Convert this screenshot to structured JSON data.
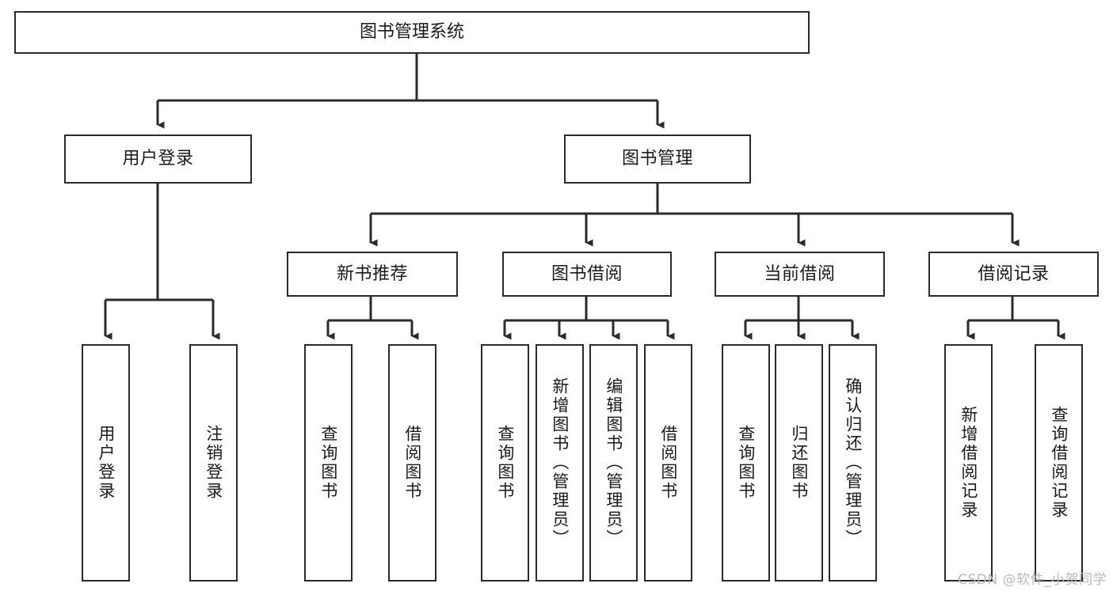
{
  "diagram": {
    "type": "tree-hierarchy",
    "title": "图书管理系统",
    "orientation": "top-down",
    "line_color": "#2b2b2b",
    "box_fill": "#ffffff",
    "background": "#ffffff"
  },
  "root": {
    "label": "图书管理系统"
  },
  "level2": [
    {
      "label": "用户登录"
    },
    {
      "label": "图书管理"
    }
  ],
  "level3": [
    {
      "label": "新书推荐"
    },
    {
      "label": "图书借阅"
    },
    {
      "label": "当前借阅"
    },
    {
      "label": "借阅记录"
    }
  ],
  "leaves": {
    "user_login": [
      {
        "label": "用户登录"
      },
      {
        "label": "注销登录"
      }
    ],
    "new_book_recommend": [
      {
        "label": "查询图书"
      },
      {
        "label": "借阅图书"
      }
    ],
    "book_borrow": [
      {
        "label": "查询图书"
      },
      {
        "label": "新增图书（管理员）"
      },
      {
        "label": "编辑图书（管理员）"
      },
      {
        "label": "借阅图书"
      }
    ],
    "current_borrow": [
      {
        "label": "查询图书"
      },
      {
        "label": "归还图书"
      },
      {
        "label": "确认归还（管理员）"
      }
    ],
    "borrow_record": [
      {
        "label": "新增借阅记录"
      },
      {
        "label": "查询借阅记录"
      }
    ]
  },
  "watermark": {
    "text": "CSDN @软件_小贺同学"
  }
}
